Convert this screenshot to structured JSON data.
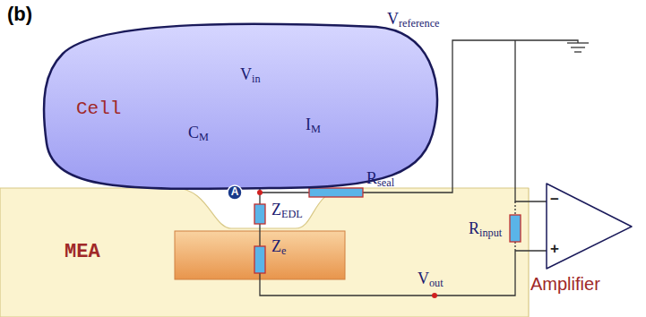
{
  "diagram": {
    "nodes": [
      {
        "text": [
          "Cell"
        ]
      },
      {
        "text": [
          "A"
        ]
      },
      {
        "text": [
          "MEA"
        ]
      },
      {
        "text": [
          "Amplifier",
          "−",
          "+"
        ]
      }
    ],
    "labels": [
      "(b)",
      "Vreference",
      "Vin",
      "CM",
      "IM",
      "Rseal",
      "ZEDL",
      "Ze",
      "Rinput",
      "Vout"
    ]
  }
}
